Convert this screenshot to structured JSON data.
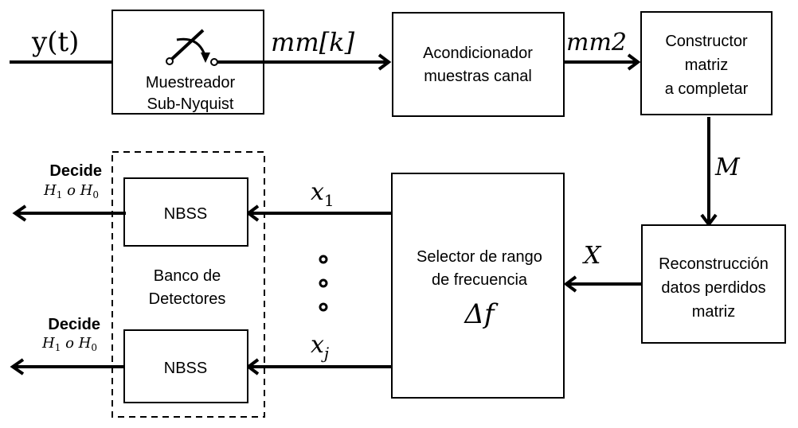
{
  "diagram": {
    "type": "block-diagram",
    "colors": {
      "stroke": "#000000",
      "background": "#ffffff"
    },
    "signals": {
      "input": "y(t)",
      "sampled": "mm[k]",
      "conditioned": "mm2",
      "matrix": "M",
      "reconstructed": "X",
      "channel_first": {
        "base": "x",
        "sub": "1"
      },
      "channel_last": {
        "base": "x",
        "sub": "j"
      }
    },
    "blocks": {
      "sampler": {
        "line1": "Muestreador",
        "line2": "Sub-Nyquist"
      },
      "conditioner": {
        "line1": "Acondicionador",
        "line2": "muestras canal"
      },
      "constructor": {
        "line1": "Constructor",
        "line2": "matriz",
        "line3": "a completar"
      },
      "reconstruction": {
        "line1": "Reconstrucción",
        "line2": "datos perdidos",
        "line3": "matriz"
      },
      "selector": {
        "line1": "Selector de rango",
        "line2": "de frecuencia",
        "symbol": "Δf"
      },
      "detector_1": {
        "label": "NBSS"
      },
      "detector_j": {
        "label": "NBSS"
      },
      "bank": {
        "line1": "Banco de",
        "line2": "Detectores"
      }
    },
    "outputs": {
      "decide_label": "Decide",
      "hypothesis_a": "H",
      "hypothesis_a_sub": "1",
      "connector": "o",
      "hypothesis_b": "H",
      "hypothesis_b_sub": "0"
    }
  }
}
